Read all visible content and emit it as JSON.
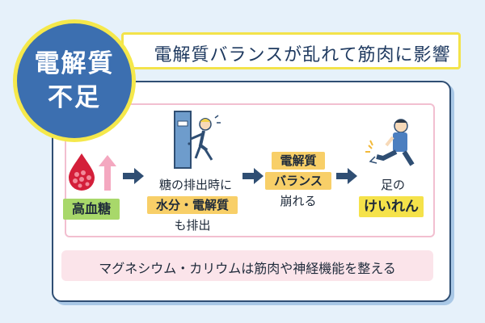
{
  "badge": {
    "line1": "電解質",
    "line2": "不足"
  },
  "banner": {
    "text": "電解質バランスが乱れて筋肉に影響"
  },
  "steps": {
    "high_blood_sugar": "高血糖",
    "excretion_line1": "糖の排出時に",
    "excretion_highlight": "水分・電解質",
    "excretion_line3": "も排出",
    "balance_line1": "電解質",
    "balance_line2": "バランス",
    "balance_line3": "崩れる",
    "result_line1": "足の",
    "result_highlight": "けいれん"
  },
  "footer": {
    "text": "マグネシウム・カリウムは筋肉や神経機能を整える"
  },
  "colors": {
    "badge_fill": "#3c6fb0",
    "badge_ring": "#f5e84b",
    "green_chip": "#a8d86a",
    "yellow_chip": "#f8cf68",
    "arrow": "#2f4e73",
    "up_arrow": "#f4a8c0",
    "footer_bg": "#fbe4ea"
  },
  "icons": [
    "blood-drop-icon",
    "up-arrow-icon",
    "right-arrow-icon",
    "person-running-to-toilet-icon",
    "person-cramp-icon"
  ]
}
